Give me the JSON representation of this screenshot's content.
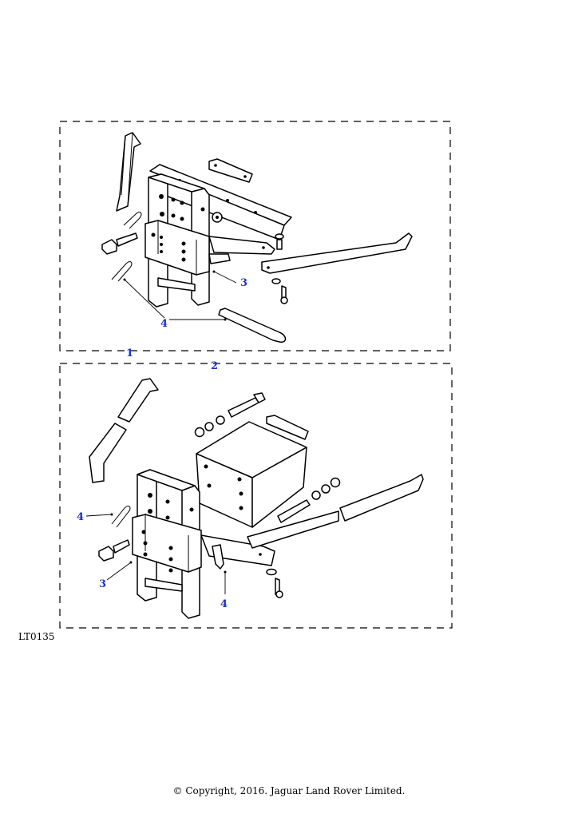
{
  "diagram": {
    "reference": "LT0135",
    "copyright": "© Copyright, 2016. Jaguar Land Rover Limited.",
    "callouts": {
      "top": [
        {
          "label": "1"
        },
        {
          "label": "2"
        },
        {
          "label": "3"
        },
        {
          "label": "4"
        }
      ],
      "bottom": [
        {
          "label": "4"
        },
        {
          "label": "3"
        },
        {
          "label": "4"
        }
      ]
    }
  }
}
